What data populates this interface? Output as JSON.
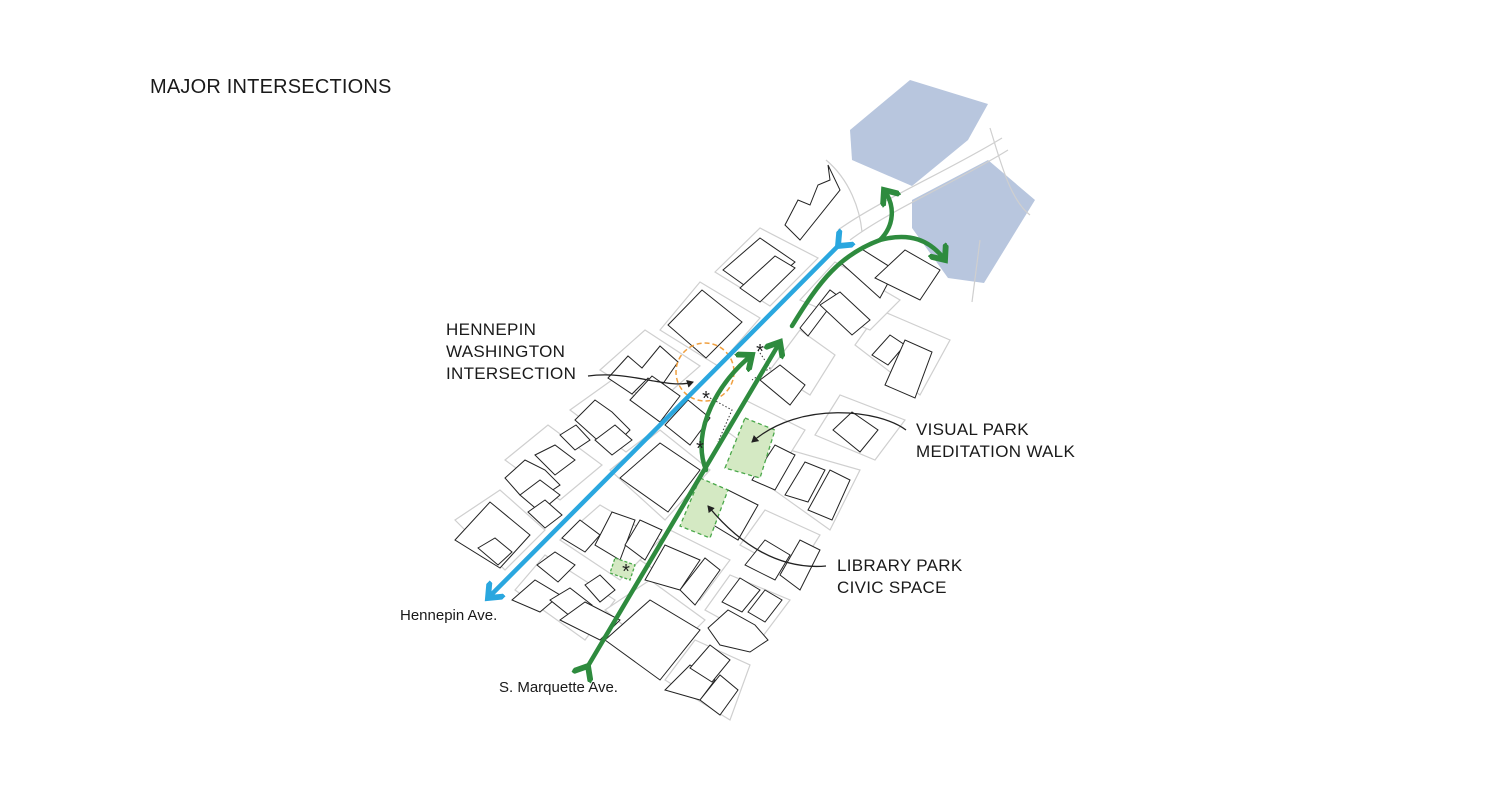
{
  "title": "MAJOR INTERSECTIONS",
  "callouts": {
    "hennepin_washington": [
      "HENNEPIN",
      "WASHINGTON",
      "INTERSECTION"
    ],
    "visual_park": [
      "VISUAL PARK",
      "MEDITATION WALK"
    ],
    "library_park": [
      "LIBRARY PARK",
      "CIVIC SPACE"
    ]
  },
  "streets": {
    "hennepin": "Hennepin Ave.",
    "marquette": "S. Marquette Ave."
  },
  "markers": {
    "asterisk": "*"
  },
  "colors": {
    "hennepin_route": "#2aa7df",
    "marquette_route": "#2e8b3e",
    "intersection_circle": "#f0a040",
    "park_fill": "#d4e9c3",
    "park_stroke": "#4aa84a",
    "water": "#b8c6de"
  }
}
